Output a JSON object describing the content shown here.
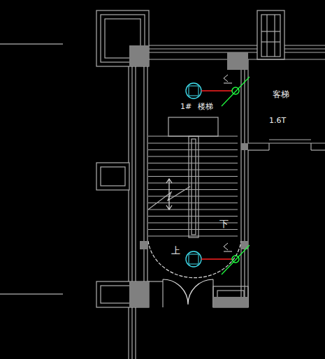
{
  "diagram": {
    "labels": [
      "客梯",
      "1.6T",
      "1#",
      "楼梯",
      "上",
      "下"
    ]
  }
}
